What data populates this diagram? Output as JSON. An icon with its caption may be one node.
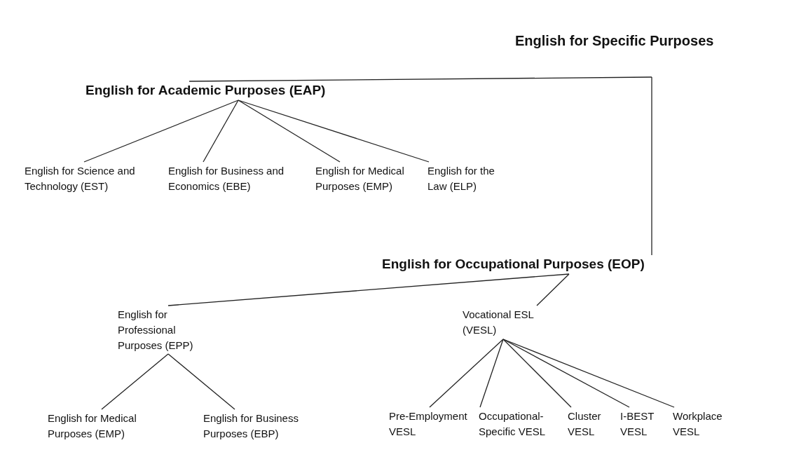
{
  "diagram": {
    "nodes": [
      {
        "text": [
          "English for Specific Purposes"
        ]
      },
      {
        "text": [
          "English for Academic Purposes (EAP)"
        ]
      },
      {
        "text": [
          "English for Science and Technology (EST)"
        ]
      },
      {
        "text": [
          "English for Business and Economics (EBE)"
        ]
      },
      {
        "text": [
          "English for Medical Purposes (EMP)"
        ]
      },
      {
        "text": [
          "English for the Law (ELP)"
        ]
      },
      {
        "text": [
          "English for Occupational Purposes (EOP)"
        ]
      },
      {
        "text": [
          "English for Professional Purposes (EPP)"
        ]
      },
      {
        "text": [
          "Vocational ESL (VESL)"
        ]
      },
      {
        "text": [
          "English for Medical Purposes (EMP)"
        ]
      },
      {
        "text": [
          "English for Business Purposes (EBP)"
        ]
      },
      {
        "text": [
          "Pre-Employment VESL"
        ]
      },
      {
        "text": [
          "Occupational-Specific VESL"
        ]
      },
      {
        "text": [
          "Cluster VESL"
        ]
      },
      {
        "text": [
          "I-BEST VESL"
        ]
      },
      {
        "text": [
          "Workplace VESL"
        ]
      }
    ],
    "edges": [
      {
        "from": 0,
        "to": 1,
        "arrow": "none"
      },
      {
        "from": 0,
        "to": 6,
        "arrow": "none"
      },
      {
        "from": 1,
        "to": 2,
        "arrow": "none"
      },
      {
        "from": 1,
        "to": 3,
        "arrow": "none"
      },
      {
        "from": 1,
        "to": 4,
        "arrow": "none"
      },
      {
        "from": 1,
        "to": 5,
        "arrow": "none"
      },
      {
        "from": 6,
        "to": 7,
        "arrow": "none"
      },
      {
        "from": 6,
        "to": 8,
        "arrow": "none"
      },
      {
        "from": 7,
        "to": 9,
        "arrow": "none"
      },
      {
        "from": 7,
        "to": 10,
        "arrow": "none"
      },
      {
        "from": 8,
        "to": 11,
        "arrow": "none"
      },
      {
        "from": 8,
        "to": 12,
        "arrow": "none"
      },
      {
        "from": 8,
        "to": 13,
        "arrow": "none"
      },
      {
        "from": 8,
        "to": 14,
        "arrow": "none"
      },
      {
        "from": 8,
        "to": 15,
        "arrow": "none"
      }
    ]
  }
}
